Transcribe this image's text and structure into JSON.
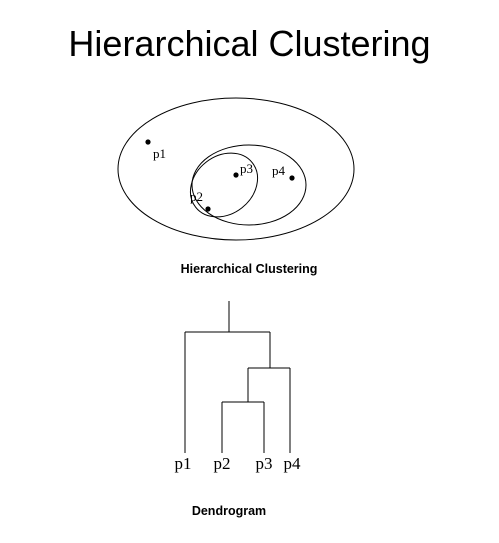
{
  "slide": {
    "title": "Hierarchical Clustering"
  },
  "nested_clusters": {
    "caption": "Hierarchical Clustering",
    "points": [
      {
        "label": "p1"
      },
      {
        "label": "p2"
      },
      {
        "label": "p3"
      },
      {
        "label": "p4"
      }
    ]
  },
  "dendrogram": {
    "caption": "Dendrogram",
    "leaves": [
      "p1",
      "p2",
      "p3",
      "p4"
    ]
  }
}
